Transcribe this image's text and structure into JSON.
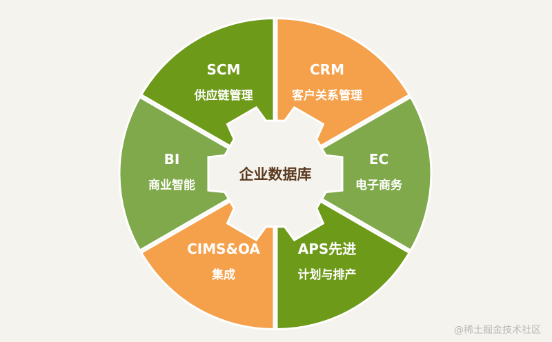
{
  "center": {
    "label": "企业数据库"
  },
  "segments": [
    {
      "id": "scm",
      "title": "SCM",
      "subtitle": "供应链管理",
      "color": "#6e9a1a"
    },
    {
      "id": "crm",
      "title": "CRM",
      "subtitle": "客户关系管理",
      "color": "#f5a04a"
    },
    {
      "id": "ec",
      "title": "EC",
      "subtitle": "电子商务",
      "color": "#7fa94a"
    },
    {
      "id": "aps",
      "title": "APS先进",
      "subtitle": "计划与排产",
      "color": "#6e9a1a"
    },
    {
      "id": "cims",
      "title": "CIMS&OA",
      "subtitle": "集成",
      "color": "#f5a04a"
    },
    {
      "id": "bi",
      "title": "BI",
      "subtitle": "商业智能",
      "color": "#7fa94a"
    }
  ],
  "watermark": "@稀土掘金技术社区"
}
